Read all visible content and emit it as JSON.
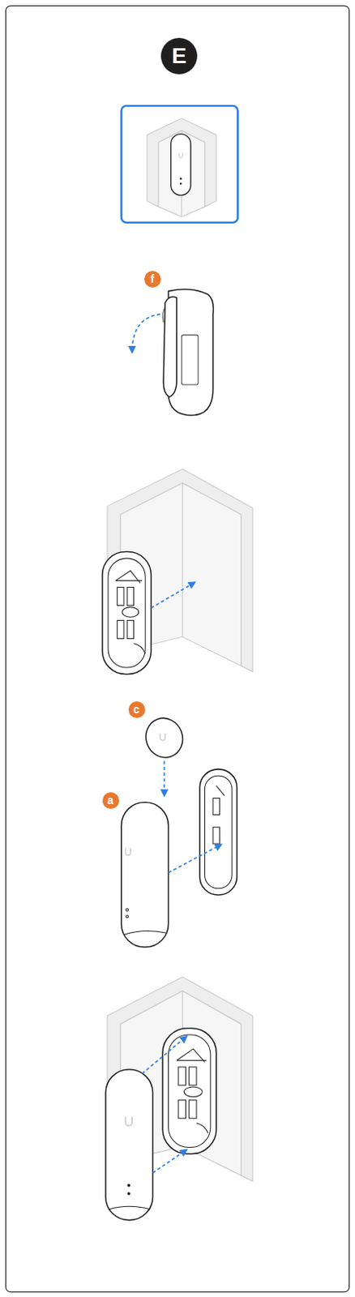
{
  "diagram": {
    "nodes": [
      {
        "text": [
          "E"
        ]
      },
      {
        "text": [
          "f"
        ]
      },
      {
        "text": [
          "c"
        ]
      },
      {
        "text": [
          "a"
        ]
      }
    ]
  }
}
